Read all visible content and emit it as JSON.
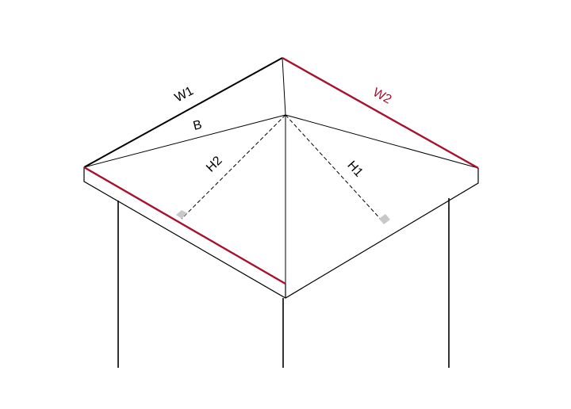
{
  "labels": {
    "w1": "W1",
    "w2": "W2",
    "b": "B",
    "h1": "H1",
    "h2": "H2"
  },
  "colors": {
    "line": "#000000",
    "highlight": "#a8102e",
    "right_angle_marker": "#c8c8c8"
  }
}
